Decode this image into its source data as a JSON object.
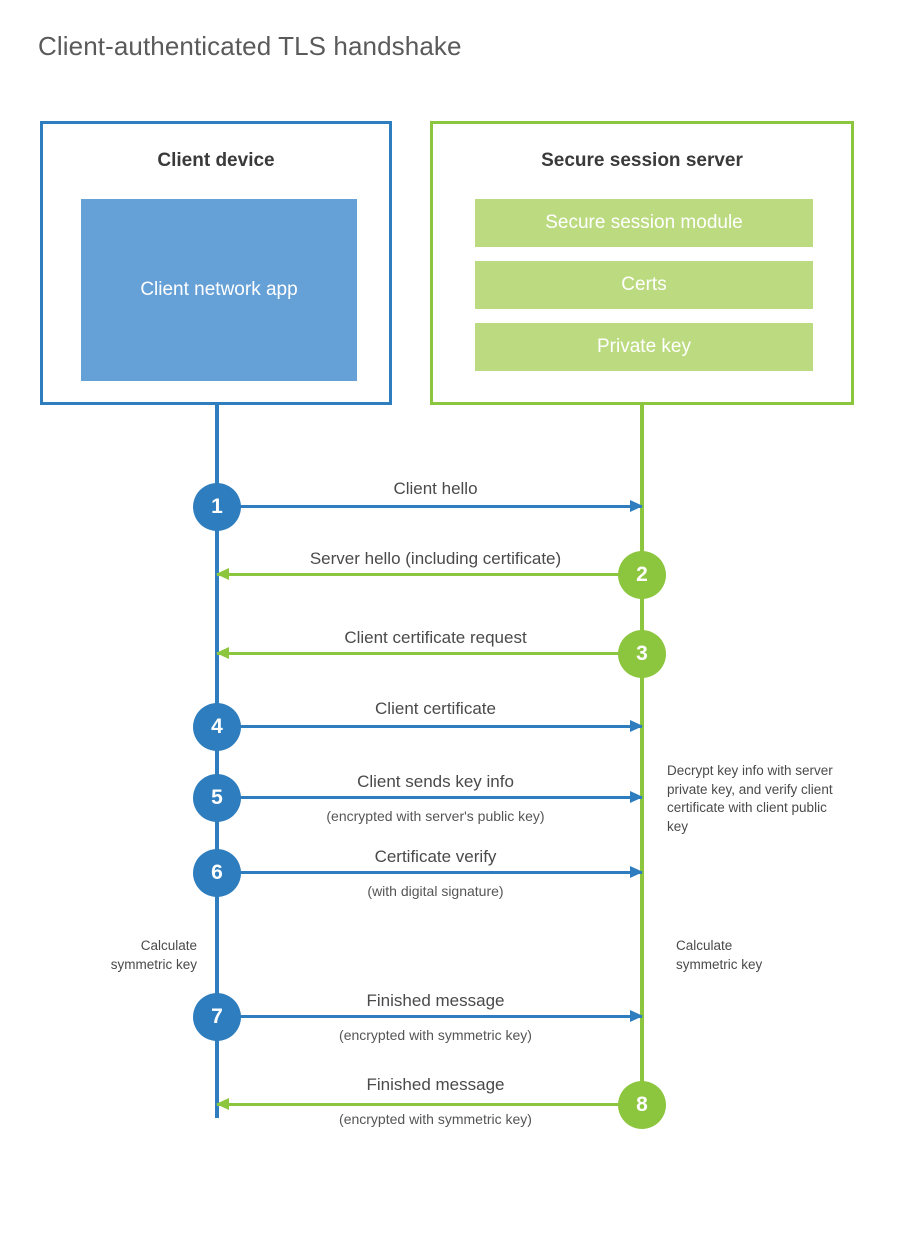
{
  "diagram": {
    "title": "Client-authenticated TLS handshake",
    "colors": {
      "blue_accent": "#2E7EBF",
      "blue_fill": "#65A0D7",
      "green_accent": "#8CC63E",
      "green_fill": "#BCDB80",
      "title_text": "#5A5A5A",
      "body_text": "#4A4A4A"
    },
    "participants": {
      "client": {
        "title": "Client device",
        "component": "Client network app",
        "lifeline_color": "#2E7EBF"
      },
      "server": {
        "title": "Secure session server",
        "components": [
          "Secure session module",
          "Certs",
          "Private key"
        ],
        "lifeline_color": "#8CC63E"
      }
    },
    "steps": [
      {
        "number": "1",
        "label": "Client hello",
        "sublabel": "",
        "direction": "client-to-server",
        "color": "blue"
      },
      {
        "number": "2",
        "label": "Server hello (including certificate)",
        "sublabel": "",
        "direction": "server-to-client",
        "color": "green"
      },
      {
        "number": "3",
        "label": "Client certificate request",
        "sublabel": "",
        "direction": "server-to-client",
        "color": "green"
      },
      {
        "number": "4",
        "label": "Client certificate",
        "sublabel": "",
        "direction": "client-to-server",
        "color": "blue"
      },
      {
        "number": "5",
        "label": "Client sends key info",
        "sublabel": "(encrypted with server's public key)",
        "direction": "client-to-server",
        "color": "blue"
      },
      {
        "number": "6",
        "label": "Certificate verify",
        "sublabel": "(with digital signature)",
        "direction": "client-to-server",
        "color": "blue"
      },
      {
        "number": "7",
        "label": "Finished message",
        "sublabel": "(encrypted with symmetric key)",
        "direction": "client-to-server",
        "color": "blue"
      },
      {
        "number": "8",
        "label": "Finished message",
        "sublabel": "(encrypted with symmetric key)",
        "direction": "server-to-client",
        "color": "green"
      }
    ],
    "notes": {
      "server_decrypt": "Decrypt key info with server private key, and verify client certificate with client public key",
      "client_calculate_line1": "Calculate",
      "client_calculate_line2": "symmetric key",
      "server_calculate_line1": "Calculate",
      "server_calculate_line2": "symmetric key"
    }
  }
}
